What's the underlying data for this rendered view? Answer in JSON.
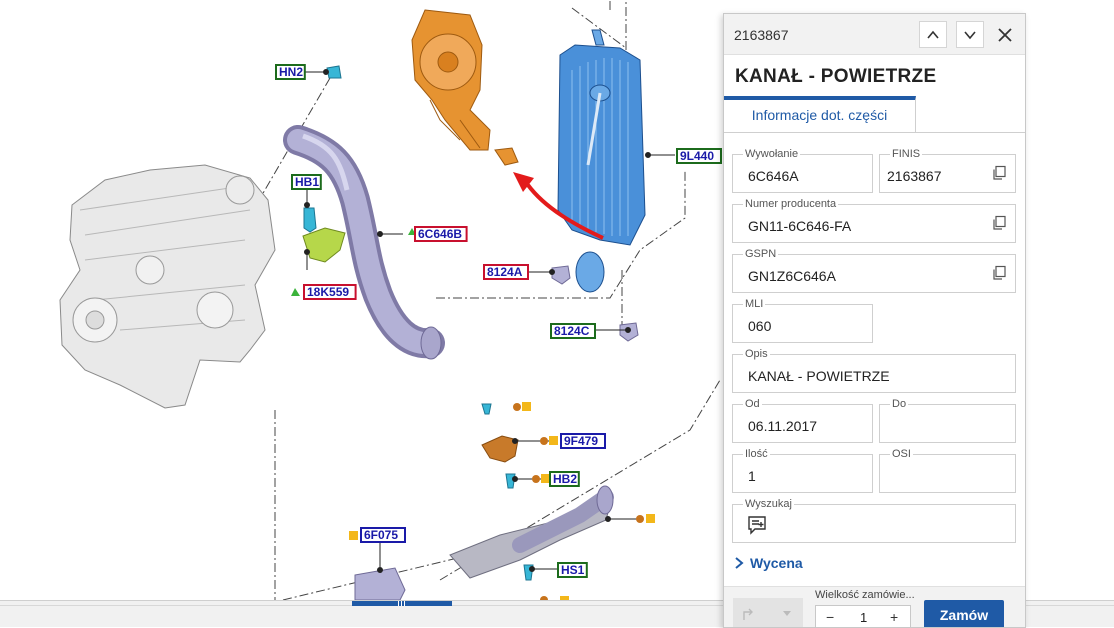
{
  "diagram": {
    "labels": [
      {
        "text": "HN2",
        "color": "green"
      },
      {
        "text": "HB1",
        "color": "green"
      },
      {
        "text": "18K559",
        "color": "red"
      },
      {
        "text": "6C646B",
        "color": "red"
      },
      {
        "text": "9L440",
        "color": "green"
      },
      {
        "text": "8124A",
        "color": "red"
      },
      {
        "text": "8124C",
        "color": "green"
      },
      {
        "text": "9F479",
        "color": "blue"
      },
      {
        "text": "HB2",
        "color": "green"
      },
      {
        "text": "6F075",
        "color": "blue"
      },
      {
        "text": "HS1",
        "color": "green"
      }
    ]
  },
  "panel": {
    "part_id": "2163867",
    "title": "KANAŁ - POWIETRZE",
    "tab": "Informacje dot. części",
    "fields": {
      "wywolanie": {
        "label": "Wywołanie",
        "value": "6C646A"
      },
      "finis": {
        "label": "FINIS",
        "value": "2163867"
      },
      "numer_producenta": {
        "label": "Numer producenta",
        "value": "GN11-6C646-FA"
      },
      "gspn": {
        "label": "GSPN",
        "value": "GN1Z6C646A"
      },
      "mli": {
        "label": "MLI",
        "value": "060"
      },
      "opis": {
        "label": "Opis",
        "value": "KANAŁ - POWIETRZE"
      },
      "od": {
        "label": "Od",
        "value": "06.11.2017"
      },
      "do": {
        "label": "Do",
        "value": ""
      },
      "ilosc": {
        "label": "Ilość",
        "value": "1"
      },
      "osi": {
        "label": "OSI",
        "value": ""
      },
      "wyszukaj": {
        "label": "Wyszukaj"
      }
    },
    "wycena": "Wycena",
    "quantity_label": "Wielkość zamówie...",
    "quantity_value": "1",
    "minus": "−",
    "plus": "+",
    "order_button": "Zamów"
  },
  "colors": {
    "accent": "#1f5aa6",
    "label_green": "#1c6b1c",
    "label_red": "#c8102e",
    "label_blue": "#1a1aa8"
  }
}
